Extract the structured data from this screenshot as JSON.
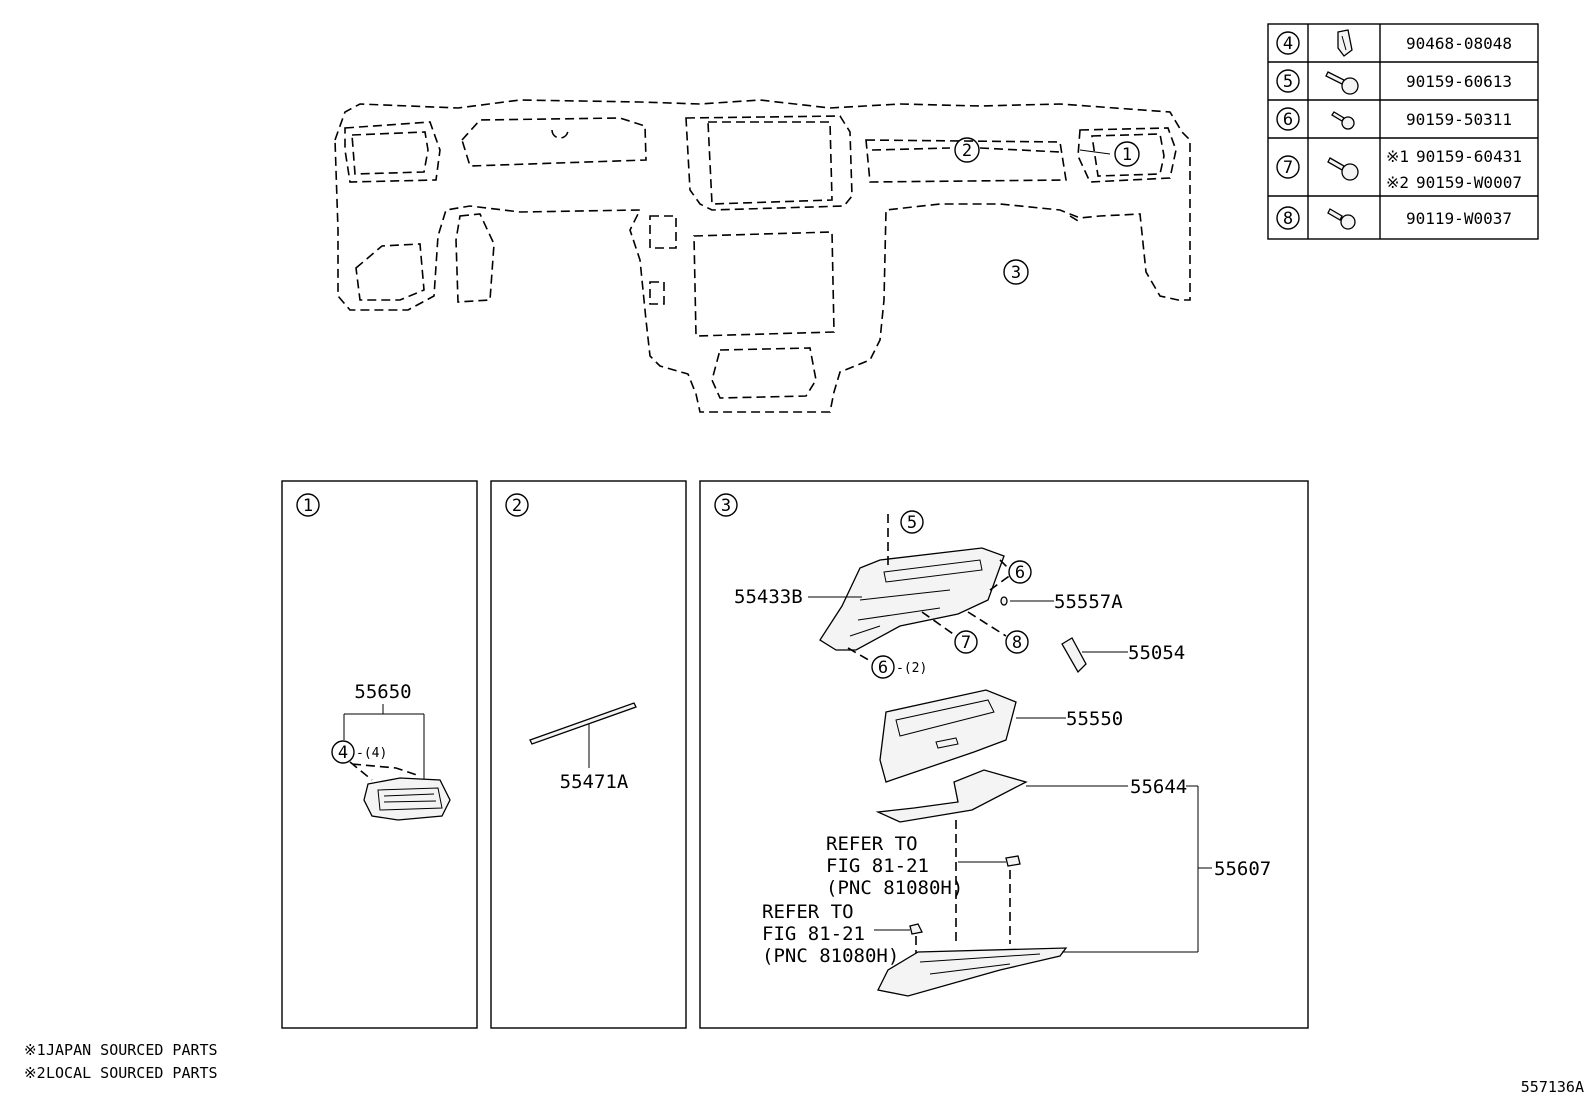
{
  "figure_id": "557136A",
  "notes": [
    {
      "mark": "※1",
      "text": "JAPAN SOURCED PARTS"
    },
    {
      "mark": "※2",
      "text": "LOCAL SOURCED PARTS"
    }
  ],
  "callouts": {
    "c1": "1",
    "c2": "2",
    "c3": "3",
    "c4": "4",
    "c5": "5",
    "c6": "6",
    "c7": "7",
    "c8": "8"
  },
  "fastener_table": [
    {
      "ref": "4",
      "icon": "clip-icon",
      "part": "90468-08048"
    },
    {
      "ref": "5",
      "icon": "screw-icon",
      "part": "90159-60613"
    },
    {
      "ref": "6",
      "icon": "small-screw-icon",
      "part": "90159-50311"
    },
    {
      "ref": "7",
      "icon": "screw-icon",
      "parts": [
        {
          "mark": "※1",
          "part": "90159-60431"
        },
        {
          "mark": "※2",
          "part": "90159-W0007"
        }
      ]
    },
    {
      "ref": "8",
      "icon": "bolt-icon",
      "part": "90119-W0037"
    }
  ],
  "panel1": {
    "part": "55650",
    "qty": "-(4)"
  },
  "panel2": {
    "part": "55471A"
  },
  "panel3": {
    "parts": {
      "p55433B": "55433B",
      "p55557A": "55557A",
      "p55054": "55054",
      "p55550": "55550",
      "p55644": "55644",
      "p55607": "55607"
    },
    "qty6": "-(2)",
    "refer": {
      "line1": "REFER TO",
      "line2": "FIG 81-21",
      "line3": "(PNC 81080H)"
    }
  }
}
